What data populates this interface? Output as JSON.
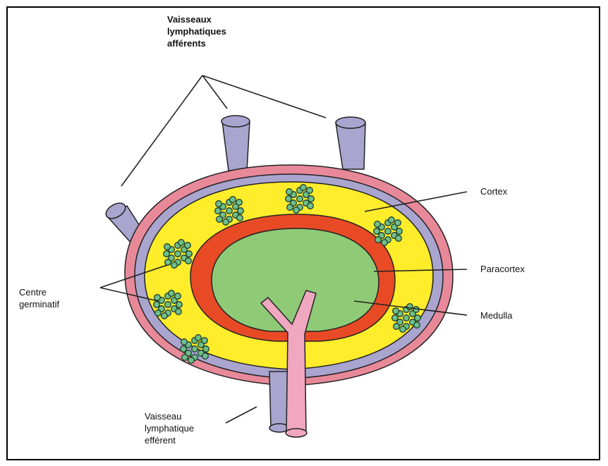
{
  "labels": {
    "afferent_line1": "Vaisseaux",
    "afferent_line2": "lymphatiques",
    "afferent_line3": "afférents",
    "cortex": "Cortex",
    "paracortex": "Paracortex",
    "medulla": "Medulla",
    "germinal_line1": "Centre",
    "germinal_line2": "germinatif",
    "efferent_line1": "Vaisseau",
    "efferent_line2": "lymphatique",
    "efferent_line3": "efférent"
  },
  "colors": {
    "capsule": "#e8899a",
    "vessel": "#a9a5cf",
    "cortex": "#ffec2a",
    "paracortex": "#e84a26",
    "medulla": "#8fca76",
    "follicle_dot": "#6fbf8b",
    "efferent_vessel": "#f0a7c0",
    "outline": "#222222"
  }
}
